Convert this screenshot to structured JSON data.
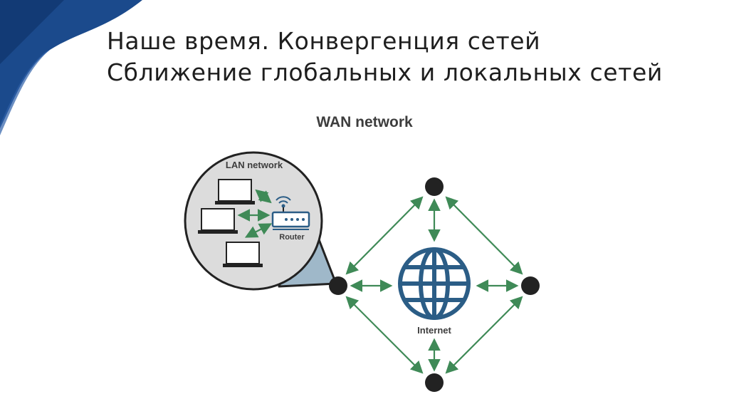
{
  "slide": {
    "title_line1": "Наше время. Конвергенция сетей",
    "title_line2": "Сближение глобальных и локальных сетей"
  },
  "diagram": {
    "wan_label": "WAN network",
    "lan_label": "LAN network",
    "router_label": "Router",
    "internet_label": "Internet",
    "icons": [
      "laptop-icon",
      "router-icon",
      "globe-icon",
      "network-node-icon",
      "double-arrow-icon"
    ]
  },
  "colors": {
    "accent_blue": "#1b4a8c",
    "arrow_green": "#3f8a57",
    "node_dark": "#222222",
    "lan_circle_fill": "#dcdcdc",
    "lan_callout_fill": "#9fb8c9",
    "globe_blue": "#2b5d86"
  }
}
